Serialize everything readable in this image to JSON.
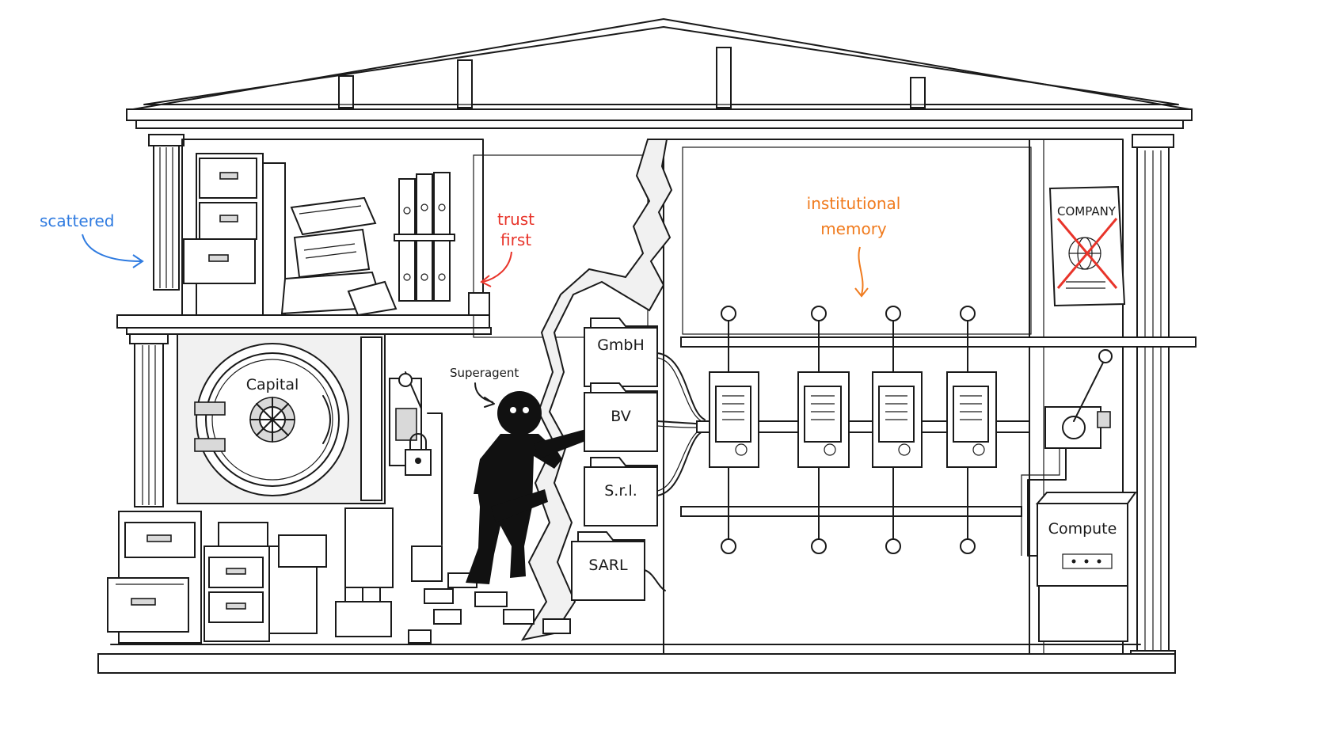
{
  "annotations": {
    "scattered": {
      "text": "scattered",
      "color": "#2f7be0"
    },
    "trust_first": {
      "line1": "trust",
      "line2": "first",
      "color": "#e8342a"
    },
    "institutional_memory": {
      "line1": "institutional",
      "line2": "memory",
      "color": "#f07b1e"
    },
    "superagent": {
      "text": "Superagent",
      "color": "#1a1a1a"
    }
  },
  "labels": {
    "vault": "Capital",
    "poster": "COMPANY",
    "compute": "Compute"
  },
  "entities": [
    "GmbH",
    "BV",
    "S.r.l.",
    "SARL"
  ],
  "colors": {
    "ink": "#1a1a1a",
    "paper": "#ffffff",
    "cross": "#e8342a"
  }
}
